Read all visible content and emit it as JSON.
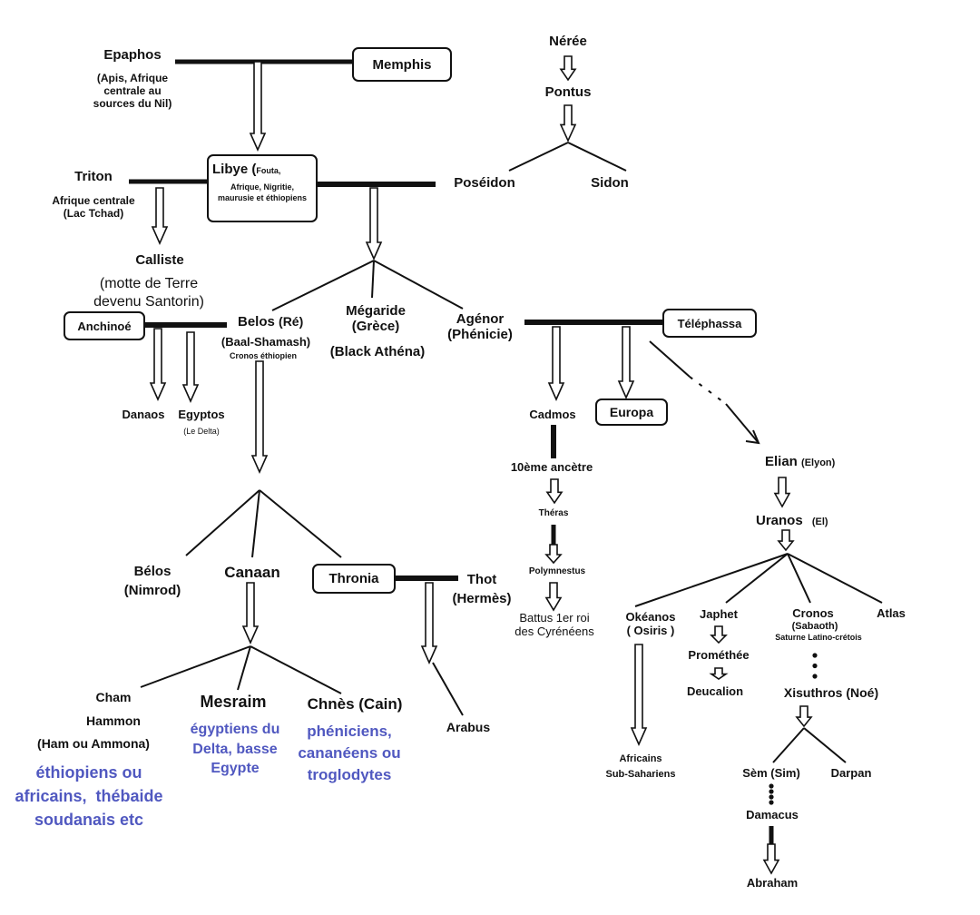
{
  "nodes": {
    "epaphos": {
      "name": "Epaphos",
      "note": "(Apis, Afrique\ncentrale au\nsources du Nil)"
    },
    "memphis": "Memphis",
    "neree": "Nérée",
    "pontus": "Pontus",
    "triton": {
      "name": "Triton",
      "note": "Afrique centrale\n(Lac Tchad)"
    },
    "libye": {
      "name": "Libye (",
      "note1": "Fouta,",
      "note2": "Afrique, Nigritie,\nmaurusie et éthiopiens"
    },
    "poseidon": "Poséidon",
    "sidon": "Sidon",
    "calliste": {
      "name": "Calliste",
      "note": "(motte de Terre\ndevenu Santorin)"
    },
    "anchinoe": "Anchinoé",
    "belos": {
      "name": "Belos",
      "name2": "(Ré)",
      "note": "(Baal-Shamash)",
      "sub": "Cronos éthiopien"
    },
    "megaride": {
      "name": "Mégaride\n(Grèce)",
      "note": "(Black Athéna)"
    },
    "agenor": {
      "name": "Agénor\n(Phénicie)"
    },
    "telephassa": "Téléphassa",
    "danaos": "Danaos",
    "egyptos": {
      "name": "Egyptos",
      "note": "(Le Delta)"
    },
    "cadmos": "Cadmos",
    "europa": "Europa",
    "ancetre10": "10ème ancètre",
    "theras": "Théras",
    "polymnestus": "Polymnestus",
    "battus": "Battus 1er roi\ndes Cyrénéens",
    "elian": {
      "name": "Elian",
      "note": "(Elyon)"
    },
    "uranos": {
      "name": "Uranos",
      "note": "(El)"
    },
    "belos2": "Bélos\n(Nimrod)",
    "canaan": "Canaan",
    "thronia": "Thronia",
    "thot": "Thot\n(Hermès)",
    "arabus": "Arabus",
    "okeanos": "Okéanos\n( Osiris )",
    "japhet": "Japhet",
    "promethee": "Prométhée",
    "deucalion": "Deucalion",
    "cronos": {
      "name": "Cronos",
      "note": "(Sabaoth)",
      "sub": "Saturne Latino-crétois"
    },
    "atlas": "Atlas",
    "africains": "Africains\nSub-Sahariens",
    "xisuthros": "Xisuthros (Noé)",
    "sem": "Sèm (Sim)",
    "darpan": "Darpan",
    "damacus": "Damacus",
    "abraham": "Abraham",
    "cham": {
      "name": "Cham\nHammon",
      "note": "(Ham ou Ammona)",
      "desc": "éthiopiens ou\nafricains,  thébaide\nsoudanais etc"
    },
    "mesraim": {
      "name": "Mesraim",
      "desc": "égyptiens du\nDelta, basse\nEgypte"
    },
    "chnes": {
      "name": "Chnès (Cain)",
      "desc": "phéniciens,\ncananéens ou\ntroglodytes"
    }
  },
  "colors": {
    "line": "#111111",
    "people": "#5058c0"
  }
}
